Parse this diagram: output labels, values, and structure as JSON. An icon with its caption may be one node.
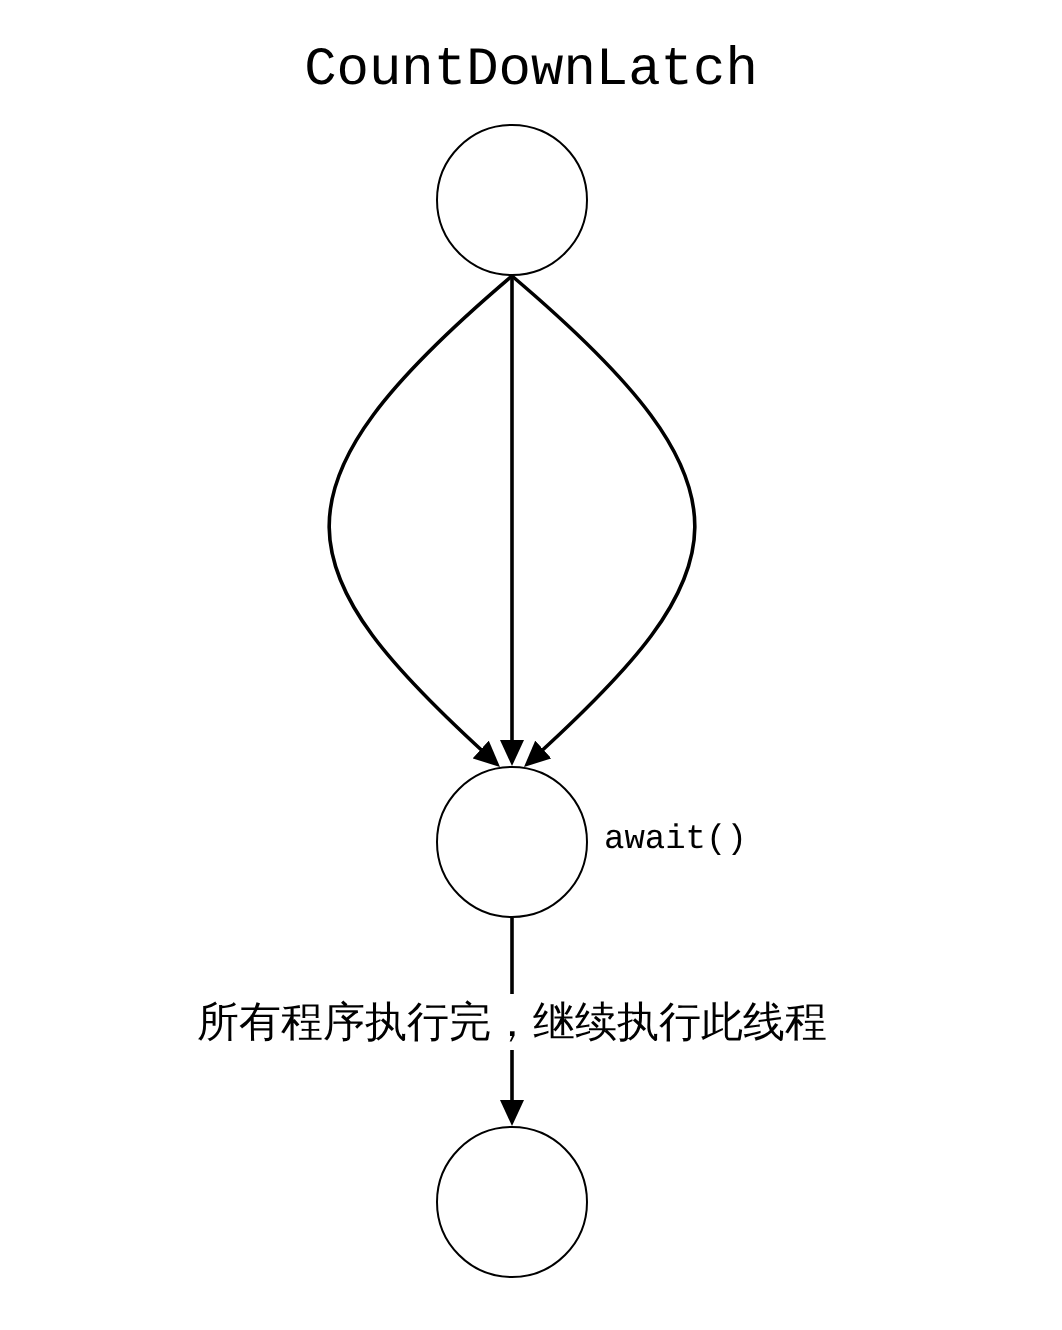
{
  "diagram": {
    "title": "CountDownLatch",
    "nodes": [
      {
        "text": [],
        "shape": "circle"
      },
      {
        "text": [],
        "shape": "circle",
        "beside": [
          "await()"
        ]
      },
      {
        "text": [],
        "shape": "circle"
      }
    ],
    "edges": [
      {
        "from": 0,
        "to": 1,
        "arrow": "to"
      },
      {
        "from": 0,
        "to": 1,
        "arrow": "to"
      },
      {
        "from": 0,
        "to": 1,
        "arrow": "to"
      },
      {
        "from": 1,
        "to": 2,
        "arrow": "to",
        "label": "所有程序执行完，继续执行此线程"
      }
    ]
  }
}
